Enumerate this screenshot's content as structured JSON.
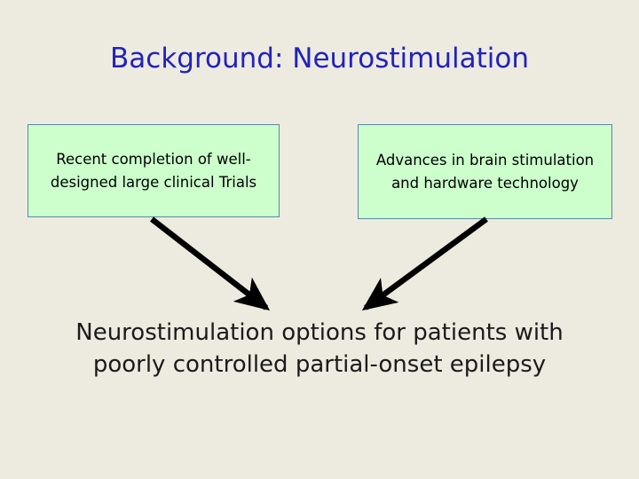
{
  "slide": {
    "title": "Background: Neurostimulation",
    "background_color": "#edebe0",
    "title_color": "#2222bb"
  },
  "boxes": [
    {
      "id": "box-left",
      "name": "recent-trials-box",
      "text": "Recent completion of well-designed large clinical Trials",
      "fill_color": "#ccffcc",
      "border_color": "#5b8aa0",
      "text_color": "#000000"
    },
    {
      "id": "box-right",
      "name": "advances-box",
      "text": "Advances in brain stimulation and hardware technology",
      "fill_color": "#ccffcc",
      "border_color": "#5b8aa0",
      "text_color": "#000000"
    }
  ],
  "arrows": [
    {
      "name": "arrow-left-to-conclusion",
      "direction": "down-right",
      "color": "#000000"
    },
    {
      "name": "arrow-right-to-conclusion",
      "direction": "down-left",
      "color": "#000000"
    }
  ],
  "conclusion": {
    "line1": "Neurostimulation options for patients with",
    "line2": "poorly controlled partial-onset epilepsy",
    "text_color": "#1a1a1a"
  }
}
